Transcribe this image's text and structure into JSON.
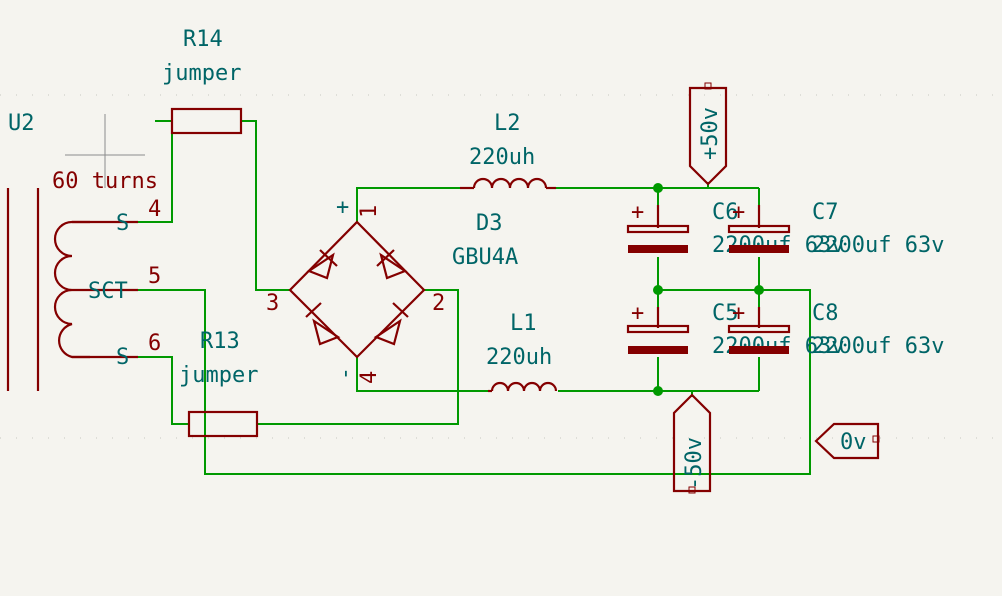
{
  "colors": {
    "background": "#f5f4ef",
    "wire": "#009900",
    "symbol": "#840000",
    "text": "#006567",
    "pin_text": "#840000"
  },
  "transformer": {
    "ref": "U2",
    "value": "60 turns",
    "pins": {
      "p4": "4",
      "p5": "5",
      "p6": "6"
    },
    "pin_names": {
      "top": "S",
      "center": "SCT",
      "bottom": "S"
    }
  },
  "r14": {
    "ref": "R14",
    "value": "jumper"
  },
  "r13": {
    "ref": "R13",
    "value": "jumper"
  },
  "l2": {
    "ref": "L2",
    "value": "220uh"
  },
  "l1": {
    "ref": "L1",
    "value": "220uh"
  },
  "d3": {
    "ref": "D3",
    "value": "GBU4A",
    "pins": {
      "p1": "1",
      "p2": "2",
      "p3": "3",
      "p4": "4"
    },
    "plus": "+",
    "minus": "-"
  },
  "c6": {
    "ref": "C6",
    "value": "2200uf 63v"
  },
  "c7": {
    "ref": "C7",
    "value": "2200uf 63v"
  },
  "c5": {
    "ref": "C5",
    "value": "2200uf 63v"
  },
  "c8": {
    "ref": "C8",
    "value": "2200uf 63v"
  },
  "cap_plus": "+",
  "power": {
    "pos": "+50v",
    "neg": "-50v",
    "gnd": "0v"
  }
}
